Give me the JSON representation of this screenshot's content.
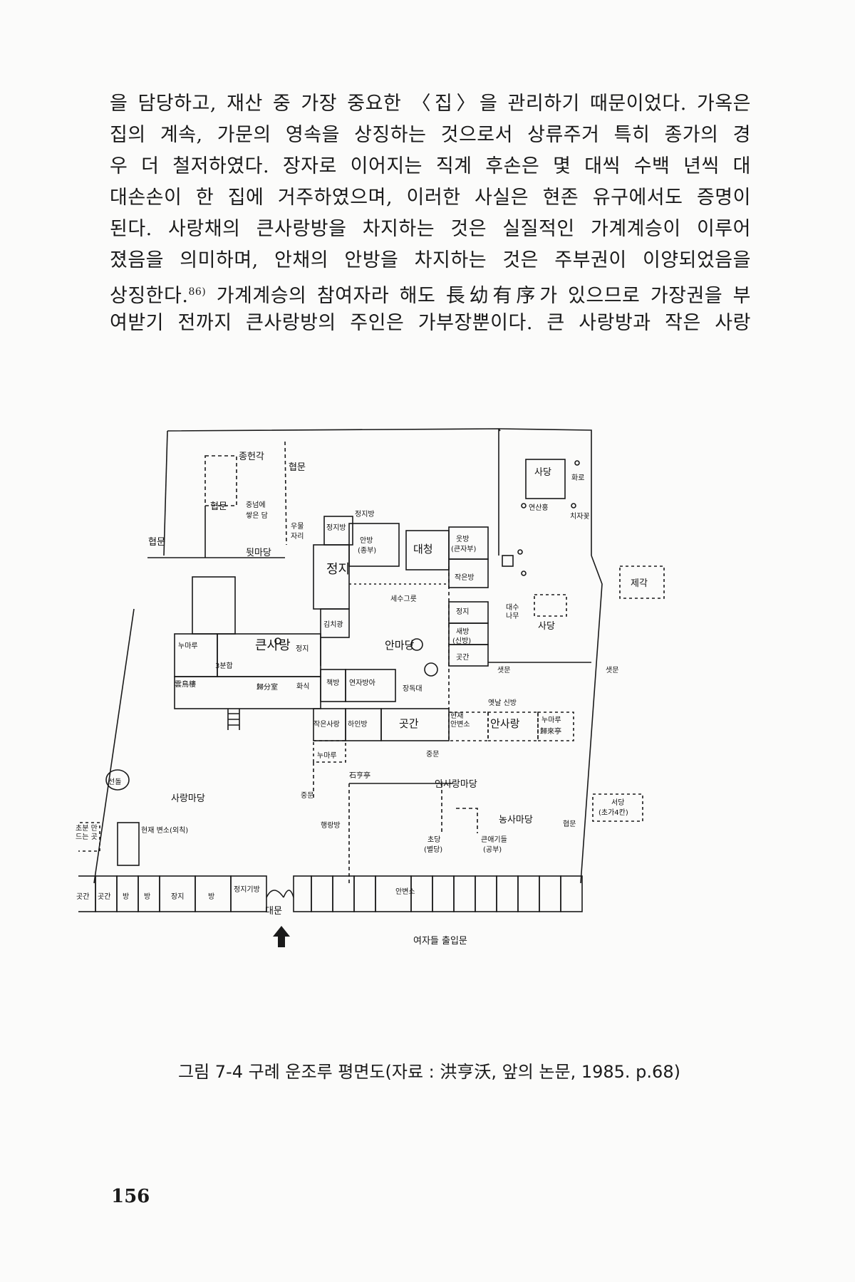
{
  "paragraph": [
    "을 담당하고, 재산 중 가장 중요한 〈집〉을 관리하기 때문이었다. 가옥은",
    "집의 계속, 가문의 영속을 상징하는 것으로서 상류주거 특히 종가의 경",
    "우 더 철저하였다. 장자로 이어지는 직계 후손은 몇 대씩 수백 년씩 대",
    "대손손이 한 집에 거주하였으며, 이러한 사실은 현존 유구에서도 증명이",
    "된다. 사랑채의 큰사랑방을 차지하는 것은 실질적인 가계계승이 이루어",
    "졌음을 의미하며, 안채의 안방을 차지하는 것은 주부권이 이양되었음을",
    "상징한다.",
    "가계계승의 참여자라 해도 長幼有序가 있으므로 가장권을 부",
    "여받기 전까지 큰사랑방의 주인은 가부장뿐이다. 큰 사랑방과 작은 사랑"
  ],
  "footnote_ref": "86)",
  "plan_labels": {
    "jonghyeongak": "종헌각",
    "hyeopmun1": "협문",
    "hyeopmun2": "협문",
    "hyeopmun3": "협문",
    "hyeopmun4": "협문",
    "jungneom": "중넘에",
    "ssaeundam": "쌓은 담",
    "umul": "우물",
    "jari": "자리",
    "dwitmadang": "뒷마당",
    "jeongjibang": "정지방",
    "jeongjibang2": "정지방",
    "jeongji_big": "정지",
    "anbang": "안방",
    "jongbu": "(종부)",
    "daecheong": "대청",
    "utbang": "웃방",
    "keunjabu": "(큰자부)",
    "jageunbang": "작은방",
    "sedugeureut": "세수그릇",
    "gimchigwang": "김치광",
    "jeongji2": "정지",
    "saebang": "새방",
    "sinbang": "(신방)",
    "gotgan_r": "곳간",
    "anmadang": "안마당",
    "numaru1": "누마루",
    "keunsarang": "큰사랑",
    "jeongji3": "정지",
    "sambunhap": "3분합",
    "unjoru": "雲鳥樓",
    "gwibunsil": "歸分室",
    "hwasik": "화식",
    "chaekbang": "책방",
    "yeonjabanga": "연자방아",
    "jangdokdae": "장독대",
    "yetnal_sinbang": "옛날 신방",
    "jageunsarang": "작은사랑",
    "haninbang": "하인방",
    "gotgan_c": "곳간",
    "hyeonjae_anbyeonso": "현재 안변소",
    "ansarang": "안사랑",
    "numaru2": "누마루",
    "gwiraejeong": "歸來亭",
    "numaru3": "누마루",
    "seokhyojeong": "石亨亭",
    "jungmun1": "중문",
    "jungmun2": "중문",
    "ansarangmadang": "안사랑마당",
    "sarangmadang": "사랑마당",
    "seondol": "선돌",
    "hyeonjae_byeonso": "현재 변소(외칙)",
    "chobun": "초분 만 드는 곳",
    "haengnangbang": "행랑방",
    "chodang": "초당",
    "byeoldang": "(별당)",
    "keunaegideul": "큰애기들",
    "gongbu": "(공부)",
    "nongsamadang": "농사마당",
    "seodang": "서당",
    "chogaj4kan": "(초가4칸)",
    "sadang_top": "사당",
    "hwaro": "화로",
    "yeonsanhong": "연산홍",
    "chijakkot": "치자꽃",
    "jegak": "제각",
    "daesunamu": "대수 나무",
    "sadang2": "사당",
    "saetmun1": "샛문",
    "saetmun2": "샛문",
    "gotgan1": "곳간",
    "gotgan2": "곳간",
    "bang1": "방",
    "bang2": "방",
    "jangji": "장지",
    "bang3": "방",
    "jeongjigibang": "정지기방",
    "daemun": "대문",
    "anbyeonso": "안변소",
    "yeojadeul": "여자들 출입문"
  },
  "caption": "그림 7-4  구례 운조루 평면도(자료 : 洪亨沃, 앞의 논문, 1985. p.68)",
  "page_number": "156"
}
